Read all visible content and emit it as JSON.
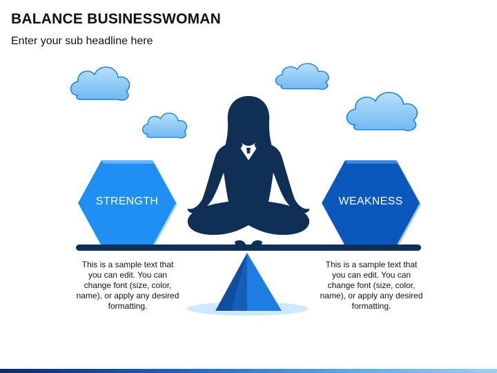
{
  "header": {
    "title": "BALANCE BUSINESSWOMAN",
    "subtitle": "Enter your sub headline here"
  },
  "left_item": {
    "label": "STRENGTH",
    "description": "This is a sample text that you can edit. You can change font (size, color, name), or apply any desired formatting.",
    "color": "#1e90ff"
  },
  "right_item": {
    "label": "WEAKNESS",
    "description": "This is a sample text that you can edit. You can change font (size, color, name), or apply any desired formatting.",
    "color": "#0b56b8"
  },
  "colors": {
    "figure": "#0f2f55",
    "cloud_fill": "#8fcdf8",
    "cloud_stroke": "#1a7fd6",
    "beam": "#0f2f55",
    "fulcrum": "#1666c7",
    "shadow": "#cfe8fb"
  }
}
